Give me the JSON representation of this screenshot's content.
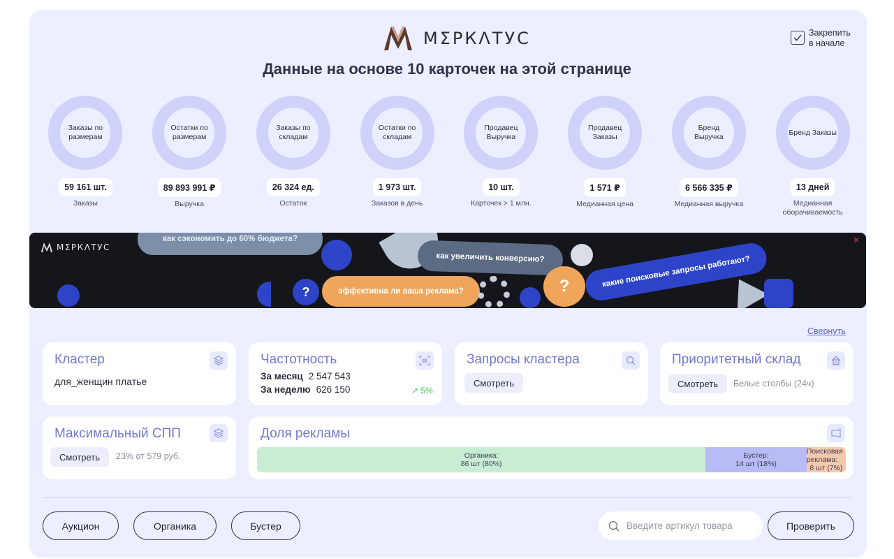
{
  "brand": {
    "name": "МΣРКΛТУС"
  },
  "pin": {
    "label_line1": "Закрепить",
    "label_line2": "в начале",
    "checked": true
  },
  "headline": "Данные на основе 10 карточек на этой странице",
  "stats": [
    {
      "ring": "Заказы по размерам",
      "value": "59 161 шт.",
      "caption": "Заказы"
    },
    {
      "ring": "Остатки по размерам",
      "value": "89 893 991 ₽",
      "caption": "Выручка"
    },
    {
      "ring": "Заказы по складам",
      "value": "26 324 ед.",
      "caption": "Остаток"
    },
    {
      "ring": "Остатки по складам",
      "value": "1 973 шт.",
      "caption": "Заказов в день"
    },
    {
      "ring": "Продавец Выручка",
      "value": "10 шт.",
      "caption": "Карточек > 1 млн."
    },
    {
      "ring": "Продавец Заказы",
      "value": "1 571 ₽",
      "caption": "Медианная цена"
    },
    {
      "ring": "Бренд Выручка",
      "value": "6 566 335 ₽",
      "caption": "Медианная выручка"
    },
    {
      "ring": "Бренд Заказы",
      "value": "13 дней",
      "caption": "Медианная оборачиваемость"
    }
  ],
  "banner": {
    "logo": "МΣРКΛТУС",
    "pill_1": "как сэкономить до 60% бюджета?",
    "pill_2": "как увеличить конверсию?",
    "pill_3": "эффективна ли ваша реклама?",
    "pill_4": "какие поисковые запросы работают?",
    "q1": "?",
    "q2": "?",
    "close": "×"
  },
  "collapse_label": "Свернуть",
  "cards": {
    "cluster": {
      "title": "Кластер",
      "value": "для_женщин платье"
    },
    "frequency": {
      "title": "Частотность",
      "month_label": "За месяц",
      "month_value": "2 547 543",
      "week_label": "За неделю",
      "week_value": "626 150",
      "trend": "↗ 5%"
    },
    "cluster_queries": {
      "title": "Запросы кластера",
      "button": "Смотреть"
    },
    "priority_warehouse": {
      "title": "Приоритетный склад",
      "button": "Смотреть",
      "note": "Белые столбы (24ч)"
    },
    "max_spp": {
      "title": "Максимальный СПП",
      "button": "Смотреть",
      "note": "23% от 579 руб."
    },
    "ad_share": {
      "title": "Доля рекламы",
      "segments": [
        {
          "label": "Органика:",
          "value": "86 шт (80%)",
          "share": 0.8,
          "color": "#c9ecd5"
        },
        {
          "label": "Бустер:",
          "value": "14 шт (18%)",
          "share": 0.18,
          "color": "#b8bbf5"
        },
        {
          "label": "Поисковая реклама:",
          "value": "8 шт (7%)",
          "share": 0.07,
          "color": "#f6c9ad"
        }
      ]
    }
  },
  "footer": {
    "auction": "Аукцион",
    "organic": "Органика",
    "booster": "Бустер",
    "search_placeholder": "Введите артикул товара",
    "check": "Проверить"
  },
  "icons": {
    "cluster": "layers-icon",
    "frequency": "barcode-icon",
    "queries": "search-icon",
    "warehouse": "home-icon",
    "spp": "layers-icon",
    "ads": "megaphone-icon",
    "pin": "check-icon"
  },
  "colors": {
    "accent": "#7278d4",
    "panel": "#ecefff",
    "ring": "#cfd2fa",
    "trend": "#4cc25c"
  }
}
